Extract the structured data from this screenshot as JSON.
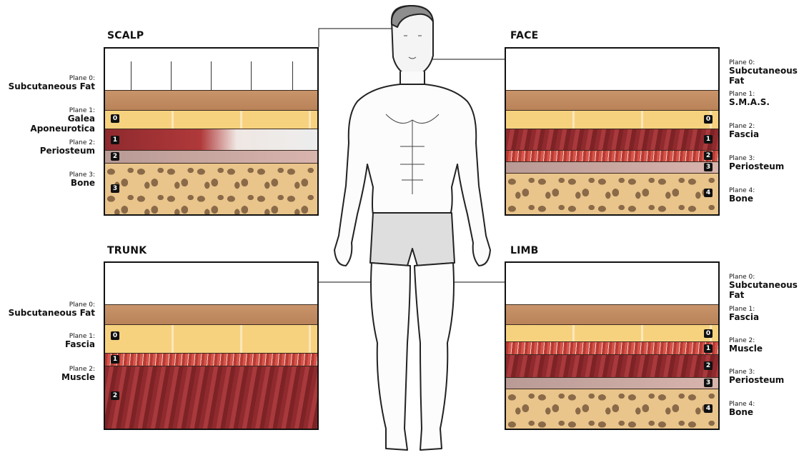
{
  "sections": {
    "scalp": {
      "title": "SCALP",
      "labels": [
        {
          "plane": "Plane 0:",
          "name": "Subcutaneous Fat"
        },
        {
          "plane": "Plane 1:",
          "name": "Galea Aponeurotica"
        },
        {
          "plane": "Plane 2:",
          "name": "Periosteum"
        },
        {
          "plane": "Plane 3:",
          "name": "Bone"
        }
      ],
      "badges": [
        "0",
        "1",
        "2",
        "3"
      ]
    },
    "face": {
      "title": "FACE",
      "labels": [
        {
          "plane": "Plane 0:",
          "name": "Subcutaneous Fat"
        },
        {
          "plane": "Plane 1:",
          "name": "S.M.A.S."
        },
        {
          "plane": "Plane 2:",
          "name": "Fascia"
        },
        {
          "plane": "Plane 3:",
          "name": "Periosteum"
        },
        {
          "plane": "Plane 4:",
          "name": "Bone"
        }
      ],
      "badges": [
        "0",
        "1",
        "2",
        "3",
        "4"
      ]
    },
    "trunk": {
      "title": "TRUNK",
      "labels": [
        {
          "plane": "Plane 0:",
          "name": "Subcutaneous Fat"
        },
        {
          "plane": "Plane 1:",
          "name": "Fascia"
        },
        {
          "plane": "Plane 2:",
          "name": "Muscle"
        }
      ],
      "badges": [
        "0",
        "1",
        "2"
      ]
    },
    "limb": {
      "title": "LIMB",
      "labels": [
        {
          "plane": "Plane 0:",
          "name": "Subcutaneous Fat"
        },
        {
          "plane": "Plane 1:",
          "name": "Fascia"
        },
        {
          "plane": "Plane 2:",
          "name": "Muscle"
        },
        {
          "plane": "Plane 3:",
          "name": "Periosteum"
        },
        {
          "plane": "Plane 4:",
          "name": "Bone"
        }
      ],
      "badges": [
        "0",
        "1",
        "2",
        "3",
        "4"
      ]
    }
  },
  "figure": {
    "icon": "human-body-icon"
  },
  "colors": {
    "skin": "#c9946b",
    "fat": "#f3c96b",
    "muscle": "#8f2a2e",
    "periosteum": "#c9a8a2",
    "bone": "#e9c48b",
    "outline": "#111111"
  }
}
